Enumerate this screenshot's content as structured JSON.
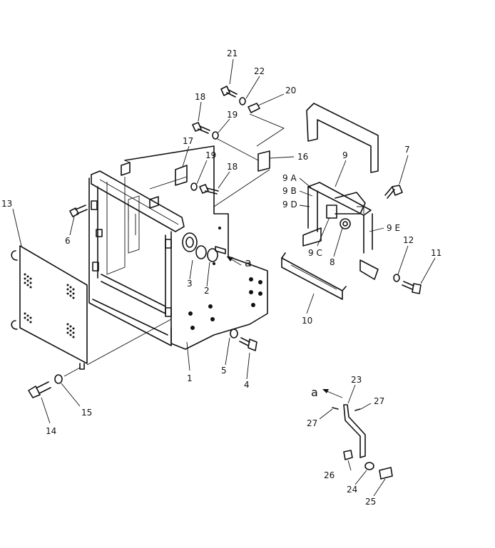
{
  "diagram": {
    "labels": {
      "p1": "1",
      "p2": "2",
      "p3": "3",
      "p4": "4",
      "p5": "5",
      "p6": "6",
      "p7": "7",
      "p8": "8",
      "p9": "9",
      "p9a": "9 A",
      "p9b": "9 B",
      "p9c": "9 C",
      "p9d": "9 D",
      "p9e": "9 E",
      "p10": "10",
      "p11": "11",
      "p12": "12",
      "p13": "13",
      "p14": "14",
      "p15": "15",
      "p16": "16",
      "p17": "17",
      "p18a": "18",
      "p18b": "18",
      "p19a": "19",
      "p19b": "19",
      "p20": "20",
      "p21": "21",
      "p22": "22",
      "p23": "23",
      "p24": "24",
      "p25": "25",
      "p26": "26",
      "p27a": "27",
      "p27b": "27",
      "ref_a1": "a",
      "ref_a2": "a"
    }
  }
}
